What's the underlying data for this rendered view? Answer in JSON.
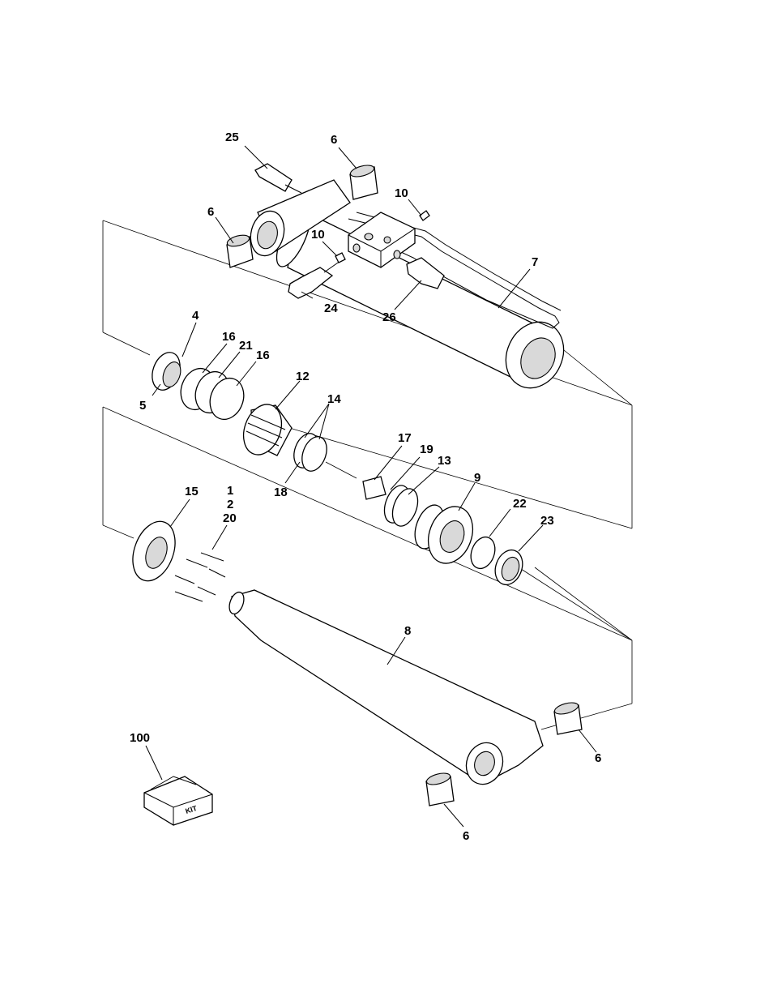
{
  "callouts": [
    {
      "id": "c25",
      "text": "25"
    },
    {
      "id": "c6a",
      "text": "6"
    },
    {
      "id": "c10a",
      "text": "10"
    },
    {
      "id": "c6b",
      "text": "6"
    },
    {
      "id": "c10b",
      "text": "10"
    },
    {
      "id": "c7",
      "text": "7"
    },
    {
      "id": "c24",
      "text": "24"
    },
    {
      "id": "c26",
      "text": "26"
    },
    {
      "id": "c4",
      "text": "4"
    },
    {
      "id": "c16a",
      "text": "16"
    },
    {
      "id": "c21",
      "text": "21"
    },
    {
      "id": "c16b",
      "text": "16"
    },
    {
      "id": "c12",
      "text": "12"
    },
    {
      "id": "c5",
      "text": "5"
    },
    {
      "id": "c14",
      "text": "14"
    },
    {
      "id": "c17",
      "text": "17"
    },
    {
      "id": "c19",
      "text": "19"
    },
    {
      "id": "c13",
      "text": "13"
    },
    {
      "id": "c9",
      "text": "9"
    },
    {
      "id": "c18",
      "text": "18"
    },
    {
      "id": "c15",
      "text": "15"
    },
    {
      "id": "c1",
      "text": "1"
    },
    {
      "id": "c2",
      "text": "2"
    },
    {
      "id": "c20",
      "text": "20"
    },
    {
      "id": "c22",
      "text": "22"
    },
    {
      "id": "c23",
      "text": "23"
    },
    {
      "id": "c8",
      "text": "8"
    },
    {
      "id": "c100",
      "text": "100"
    },
    {
      "id": "c6c",
      "text": "6"
    },
    {
      "id": "c6d",
      "text": "6"
    }
  ],
  "kit_box_label": "KIT"
}
